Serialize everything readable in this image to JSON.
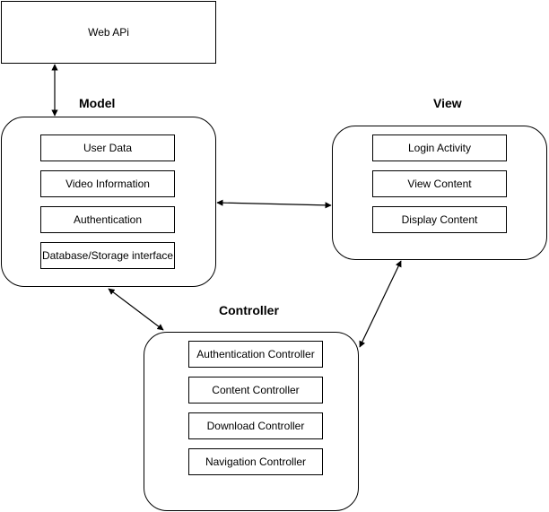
{
  "web_api": {
    "label": "Web APi"
  },
  "model": {
    "title": "Model",
    "items": [
      "User Data",
      "Video Information",
      "Authentication",
      "Database/Storage interface"
    ]
  },
  "view": {
    "title": "View",
    "items": [
      "Login Activity",
      "View Content",
      "Display Content"
    ]
  },
  "controller": {
    "title": "Controller",
    "items": [
      "Authentication Controller",
      "Content Controller",
      "Download Controller",
      "Navigation Controller"
    ]
  },
  "colors": {
    "stroke": "#000000",
    "background": "#ffffff"
  }
}
